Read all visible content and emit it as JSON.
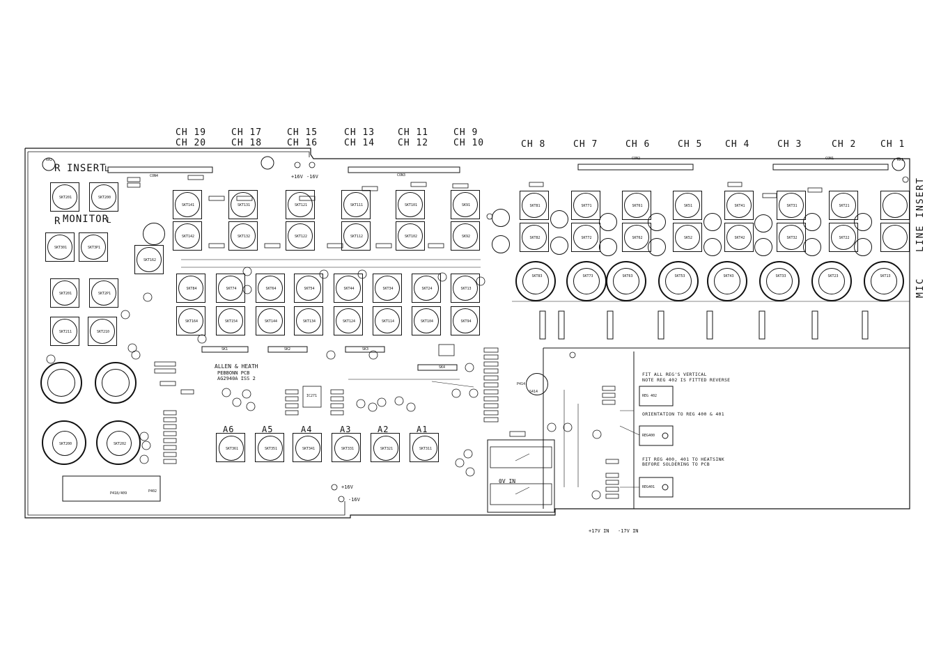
{
  "channels_top_row1": [
    "CH 19",
    "CH 17",
    "CH 15",
    "CH 13",
    "CH 11",
    "CH 9"
  ],
  "channels_top_row2": [
    "CH 20",
    "CH 18",
    "CH 16",
    "CH 14",
    "CH 12",
    "CH 10"
  ],
  "channels_right": [
    "CH 8",
    "CH 7",
    "CH 6",
    "CH 5",
    "CH 4",
    "CH 3",
    "CH 2",
    "CH 1"
  ],
  "left_labels": {
    "insert": "INSERT",
    "monitor": "MONITOR",
    "r1": "R",
    "r2": "R",
    "l1": "L",
    "l2": "L"
  },
  "side_labels": {
    "line_insert": "LINE INSERT",
    "mic": "MIC"
  },
  "aux_labels": [
    "A6",
    "A5",
    "A4",
    "A3",
    "A2",
    "A1"
  ],
  "pcb_id": [
    "ALLEN & HEATH",
    "PEBBONN PCB",
    "AG2940A ISS 2"
  ],
  "power": {
    "p16": "+16V",
    "m16": "-16V",
    "p16b": "+16V",
    "m16b": "-16V",
    "zero_v": "0V IN",
    "p17": "+17V IN",
    "m17": "-17V IN"
  },
  "notes": [
    "FIT ALL REG'S VERTICAL",
    "NOTE REG 402 IS FITTED REVERSE",
    "ORIENTATION TO REG 400 & 401",
    "FIT REG 400, 401 TO HEATSINK",
    "BEFORE SOLDERING TO PCB"
  ],
  "regs": [
    "REG 402",
    "REG400",
    "REG401"
  ],
  "connectors": [
    "CON4",
    "CON3",
    "CON2",
    "CON1",
    "SK1",
    "SK2",
    "SK3",
    "SK4"
  ],
  "sockets_row1": [
    "SKT141",
    "SKT131",
    "SKT121",
    "SKT111",
    "SKT101",
    "SK91"
  ],
  "sockets_row2": [
    "SKT142",
    "SKT132",
    "SKT122",
    "SKT112",
    "SKT102",
    "SK92"
  ],
  "sockets_row3": [
    "SKT84",
    "SKT74",
    "SKT64",
    "SKT54",
    "SKT44",
    "SKT34",
    "SKT24",
    "SKT13"
  ],
  "sockets_row4": [
    "SKT164",
    "SKT154",
    "SKT144",
    "SKT134",
    "SKT124",
    "SKT114",
    "SKT104",
    "SKT94"
  ],
  "sockets_right1": [
    "SKT81",
    "SKT71",
    "SKT61",
    "SK51",
    "SKT41",
    "SKT31",
    "SKT21",
    ""
  ],
  "sockets_right2": [
    "SKT82",
    "SKT72",
    "SKT62",
    "SK52",
    "SKT42",
    "SKT32",
    "SKT22",
    ""
  ],
  "xlrs_right": [
    "SKT83",
    "SKT73",
    "SKT63",
    "SKT53",
    "SKT43",
    "SKT33",
    "SKT23",
    "SKT13"
  ],
  "aux_sockets": [
    "SKT361",
    "SKT351",
    "SKT341",
    "SKT331",
    "SKT321",
    "SKT311"
  ],
  "left_sockets": [
    "SKT201",
    "SKT200",
    "SKT301",
    "SKT3P1",
    "SKT162",
    "SKT201",
    "SKT2P1",
    "SKT211",
    "SKT210",
    "SKT200",
    "SKT202"
  ],
  "misc": [
    "IC271",
    "P414",
    "S414",
    "RA1",
    "RA2",
    "P418/409",
    "P402"
  ]
}
